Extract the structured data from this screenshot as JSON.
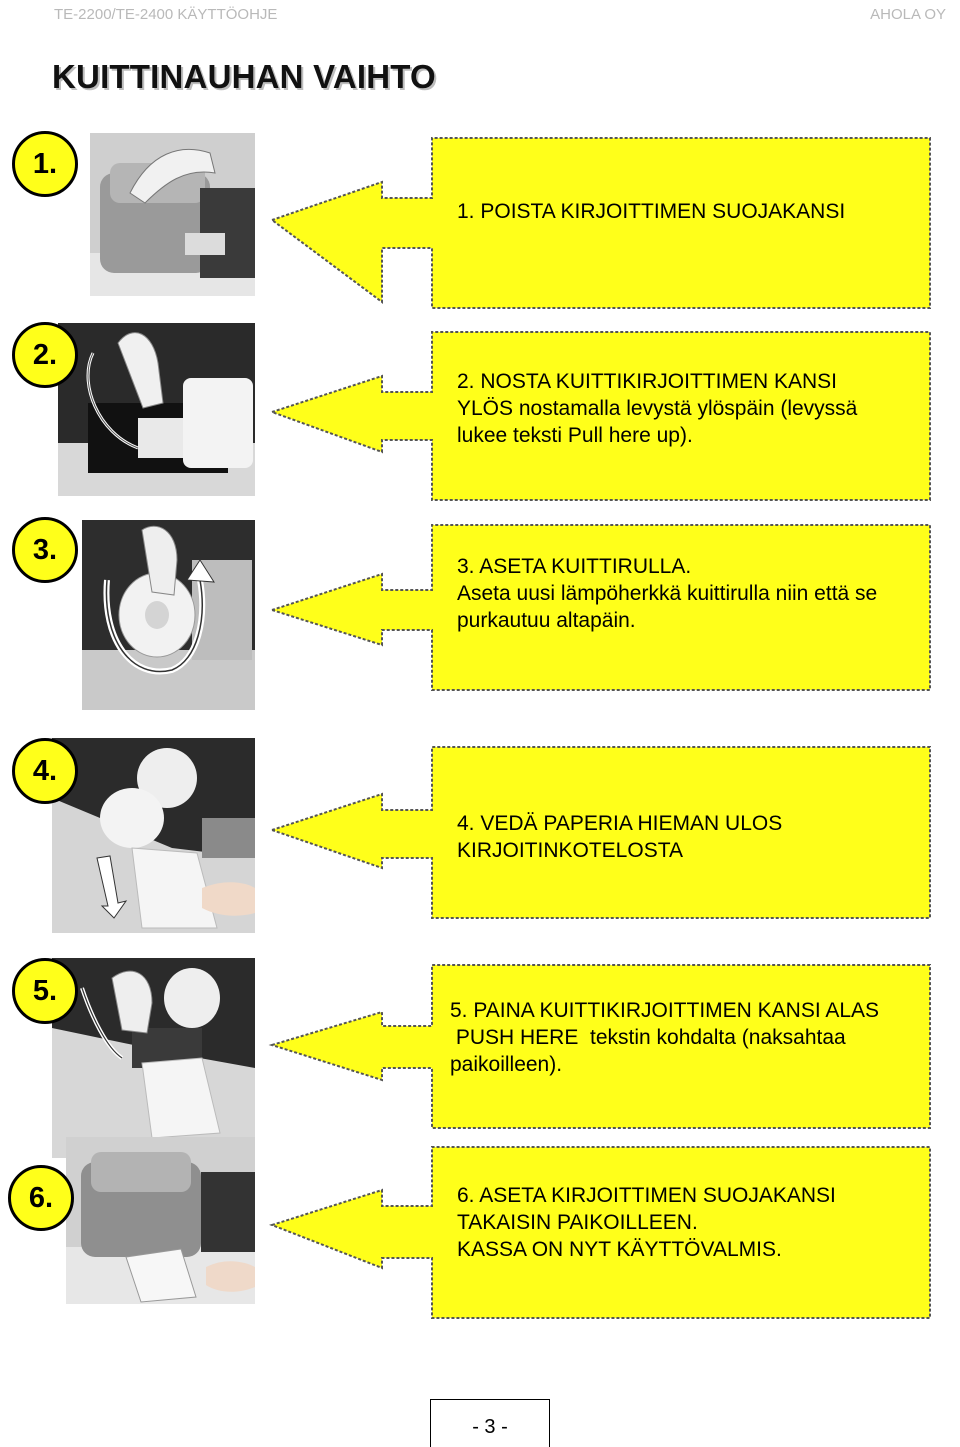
{
  "header": {
    "left": "TE-2200/TE-2400 KÄYTTÖOHJE",
    "right": "AHOLA OY"
  },
  "title": "KUITTINAUHAN VAIHTO",
  "steps": [
    {
      "number": "1.",
      "lines": [
        "1.  POISTA KIRJOITTIMEN SUOJAKANSI"
      ]
    },
    {
      "number": "2.",
      "lines": [
        "2. NOSTA KUITTIKIRJOITTIMEN KANSI",
        "YLÖS nostamalla levystä ylöspäin (levyssä",
        "lukee teksti Pull here up)."
      ]
    },
    {
      "number": "3.",
      "lines": [
        "3. ASETA KUITTIRULLA.",
        "Aseta uusi lämpöherkkä kuittirulla niin että se",
        "purkautuu altapäin."
      ]
    },
    {
      "number": "4.",
      "lines": [
        "4. VEDÄ PAPERIA HIEMAN ULOS",
        "KIRJOITINKOTELOSTA"
      ]
    },
    {
      "number": "5.",
      "lines": [
        "5. PAINA KUITTIKIRJOITTIMEN KANSI ALAS",
        " PUSH HERE  tekstin kohdalta (naksahtaa",
        "paikoilleen)."
      ]
    },
    {
      "number": "6.",
      "lines": [
        "6. ASETA KIRJOITTIMEN SUOJAKANSI",
        "TAKAISIN PAIKOILLEEN.",
        "KASSA ON NYT KÄYTTÖVALMIS."
      ]
    }
  ],
  "colors": {
    "arrow_fill": "#ffff1a",
    "badge_fill": "#ffff1a"
  },
  "footer": {
    "page": "- 3 -"
  }
}
